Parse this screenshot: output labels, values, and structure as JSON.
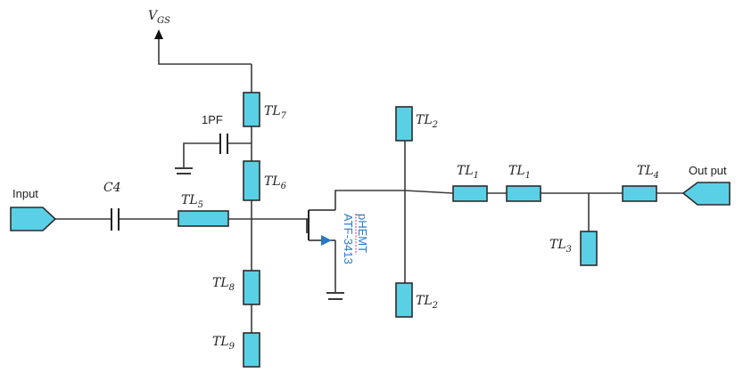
{
  "labels": {
    "vgs_main": "V",
    "vgs_sub": "GS",
    "input": "Input",
    "output": "Out put",
    "c4": "C4",
    "cap_1pf": "1PF",
    "tl7_main": "TL",
    "tl7_sub": "7",
    "tl6_main": "TL",
    "tl6_sub": "6",
    "tl5_main": "TL",
    "tl5_sub": "5",
    "tl8_main": "TL",
    "tl8_sub": "8",
    "tl9_main": "TL",
    "tl9_sub": "9",
    "tl2_top_main": "TL",
    "tl2_top_sub": "2",
    "tl2_bot_main": "TL",
    "tl2_bot_sub": "2",
    "tl1_a_main": "TL",
    "tl1_a_sub": "1",
    "tl1_b_main": "TL",
    "tl1_b_sub": "1",
    "tl4_main": "TL",
    "tl4_sub": "4",
    "tl3_main": "TL",
    "tl3_sub": "3",
    "transistor_type": "pHEMT",
    "transistor_model": "ATF-3413"
  },
  "colors": {
    "stub_fill": "#5ad0e6",
    "wire": "#3a3a3a",
    "transistor_label": "#2a78c8",
    "underline": "#d0336b"
  }
}
